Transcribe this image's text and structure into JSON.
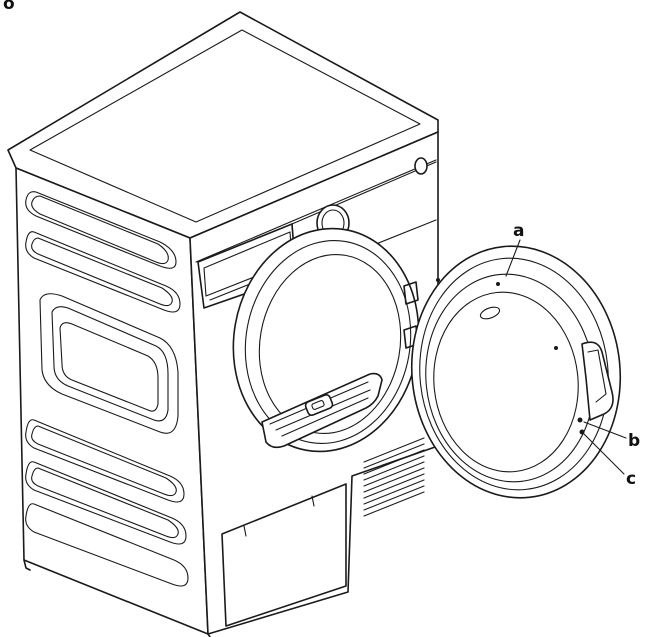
{
  "callouts": {
    "a": "a",
    "b": "b",
    "c": "c"
  },
  "corner_mark": "o"
}
